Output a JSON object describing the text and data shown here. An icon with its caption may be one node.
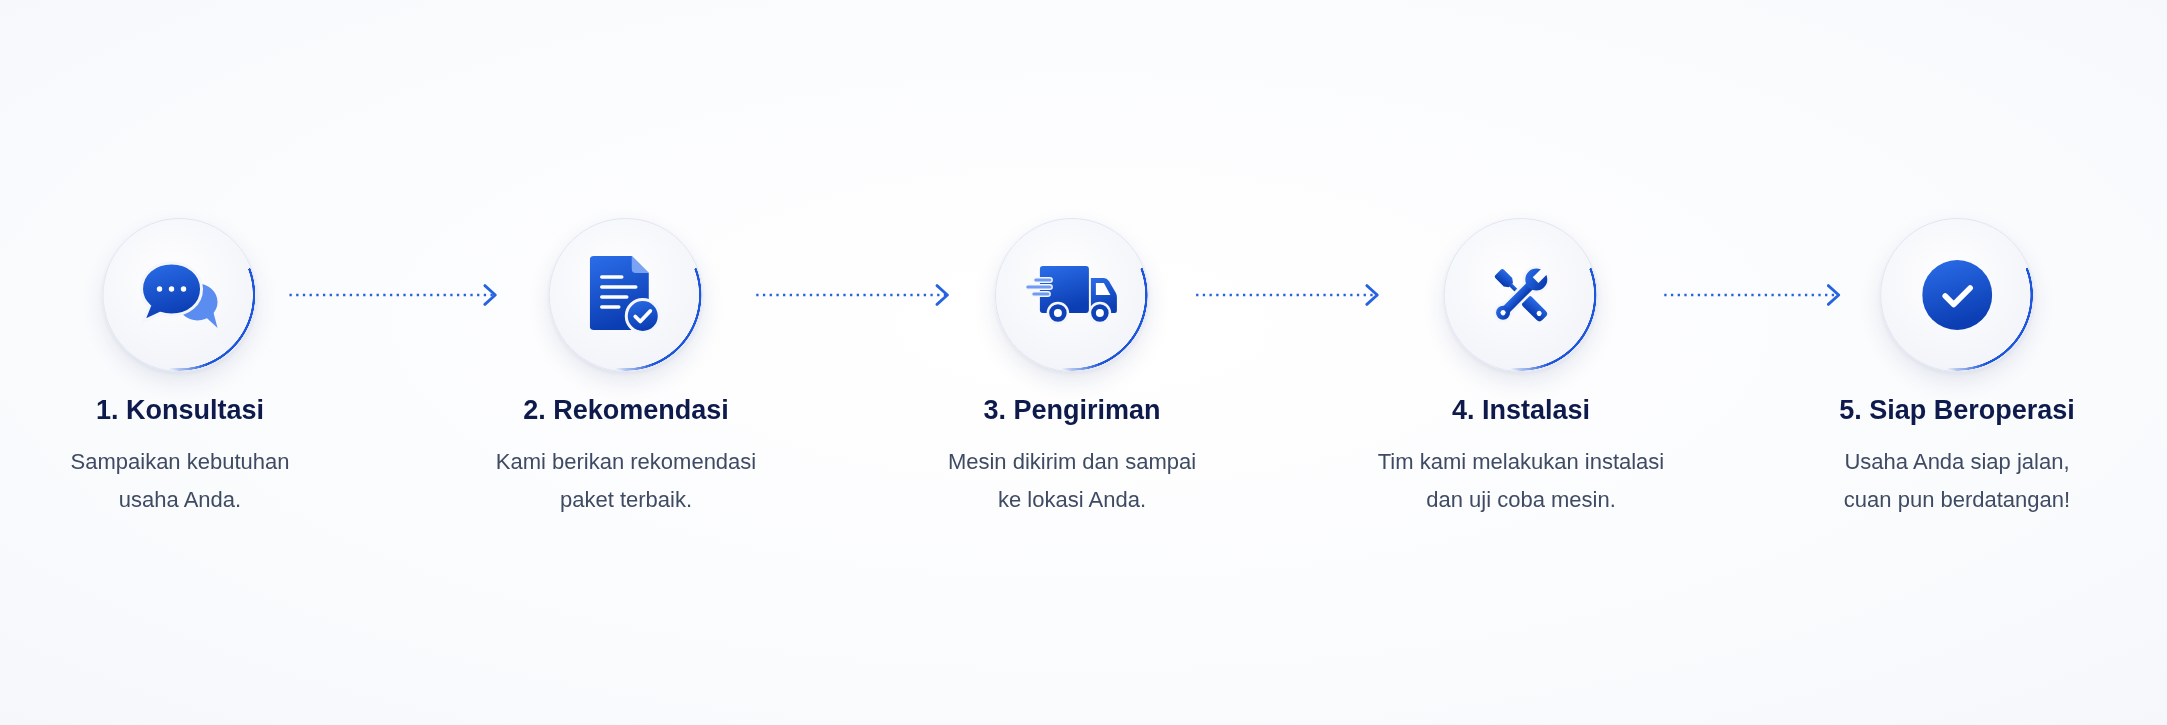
{
  "diagram": {
    "nodes": [
      {
        "text": [
          "1. Konsultasi",
          "Sampaikan kebutuhan usaha Anda."
        ]
      },
      {
        "text": [
          "2. Rekomendasi",
          "Kami berikan rekomendasi paket terbaik."
        ]
      },
      {
        "text": [
          "3. Pengiriman",
          "Mesin dikirim dan sampai ke lokasi Anda."
        ]
      },
      {
        "text": [
          "4. Instalasi",
          "Tim kami melakukan instalasi dan uji coba mesin."
        ]
      },
      {
        "text": [
          "5. Siap Beroperasi",
          "Usaha Anda siap jalan, cuan pun berdatangan!"
        ]
      }
    ],
    "edges": [
      {
        "from": 0,
        "to": 1,
        "arrow": "to",
        "style": "dashed"
      },
      {
        "from": 1,
        "to": 2,
        "arrow": "to",
        "style": "dashed"
      },
      {
        "from": 2,
        "to": 3,
        "arrow": "to",
        "style": "dashed"
      },
      {
        "from": 3,
        "to": 4,
        "arrow": "to",
        "style": "dashed"
      }
    ]
  }
}
